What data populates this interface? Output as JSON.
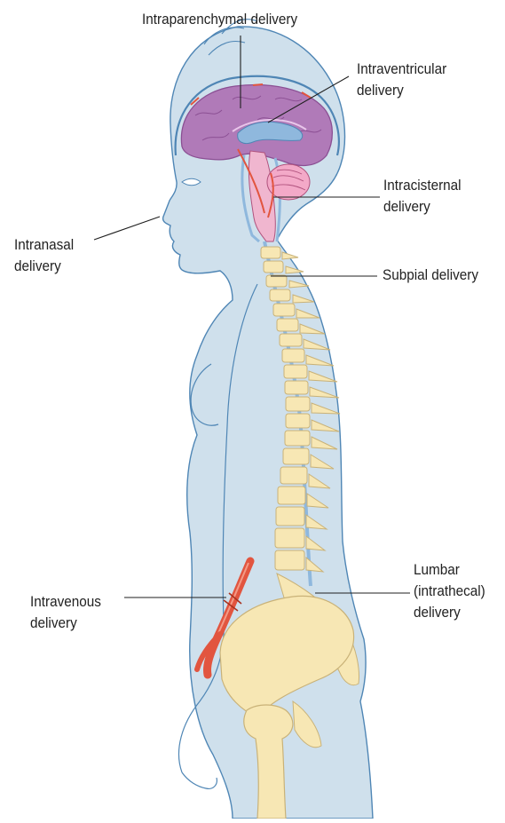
{
  "labels": {
    "intraparenchymal": "Intraparenchymal delivery",
    "intraventricular_line1": "Intraventricular",
    "intraventricular_line2": "delivery",
    "intracisternal_line1": "Intracisternal",
    "intracisternal_line2": "delivery",
    "intranasal_line1": "Intranasal",
    "intranasal_line2": "delivery",
    "subpial": "Subpial delivery",
    "lumbar_line1": "Lumbar",
    "lumbar_line2": "(intrathecal)",
    "lumbar_line3": "delivery",
    "intravenous_line1": "Intravenous",
    "intravenous_line2": "delivery"
  },
  "colors": {
    "body_fill": "#cfe0ec",
    "body_outline": "#4f86b5",
    "brain_fill": "#b07ab8",
    "brain_dark": "#8b4f93",
    "csf_fill": "#8fb8dd",
    "brainstem": "#f0b6cf",
    "cerebellum": "#f3a9c8",
    "bone_fill": "#f7e7b4",
    "bone_outline": "#c9b278",
    "vessel": "#e2553f",
    "leader_line": "#1f1f1f"
  }
}
